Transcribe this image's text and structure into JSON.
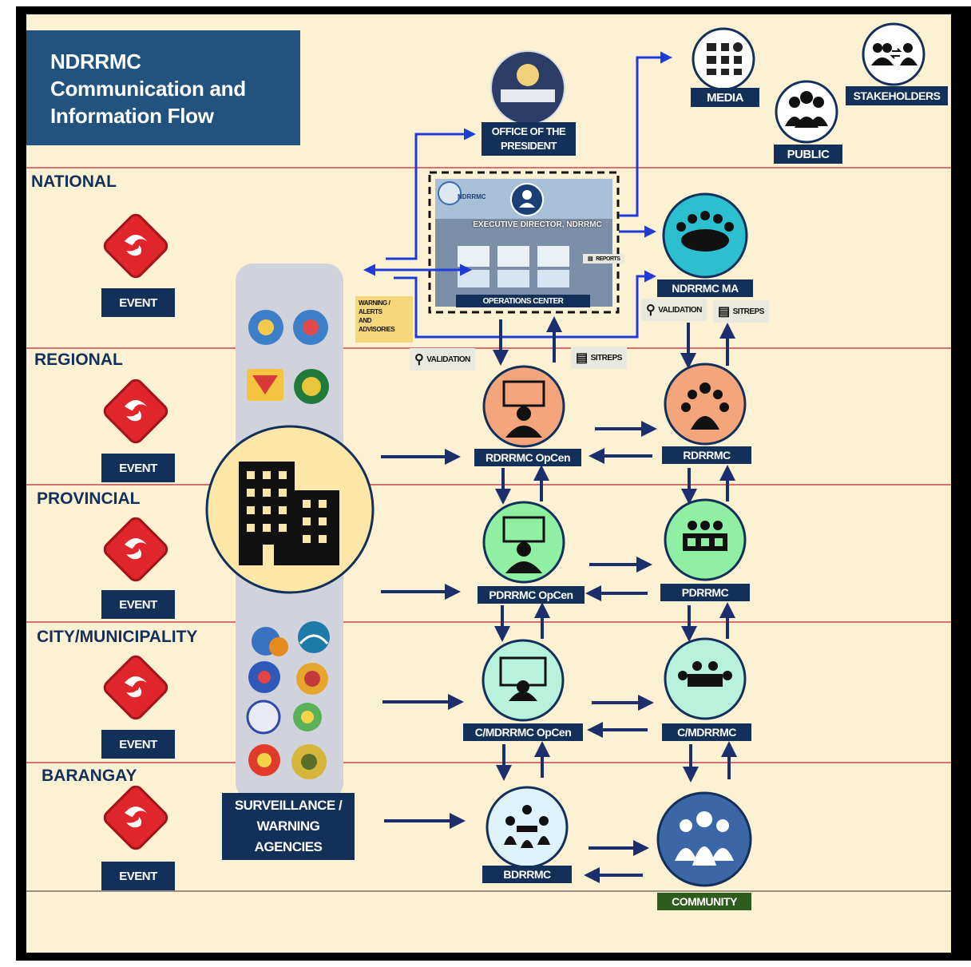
{
  "title": {
    "line1": "NDRRMC",
    "line2": "Communication and",
    "line3": "Information Flow"
  },
  "levels": [
    {
      "name": "NATIONAL",
      "event_label": "EVENT"
    },
    {
      "name": "REGIONAL",
      "event_label": "EVENT"
    },
    {
      "name": "PROVINCIAL",
      "event_label": "EVENT"
    },
    {
      "name": "CITY/MUNICIPALITY",
      "event_label": "EVENT"
    },
    {
      "name": "BARANGAY",
      "event_label": "EVENT"
    }
  ],
  "national": {
    "office_president": {
      "line1": "OFFICE OF THE",
      "line2": "PRESIDENT"
    },
    "media": "MEDIA",
    "public": "PUBLIC",
    "stakeholders": "STAKEHOLDERS",
    "executive_director": "EXECUTIVE DIRECTOR, NDRRMC",
    "operations_center": "OPERATIONS CENTER",
    "ndrrmc_logo_text": "NDRRMC",
    "reports_tag": "REPORTS",
    "ndrrmc_ma": "NDRRMC MA",
    "warning_box": {
      "line1": "WARNING /",
      "line2": "ALERTS",
      "line3": "AND",
      "line4": "ADVISORIES"
    }
  },
  "tags": {
    "validation": "VALIDATION",
    "sitreps": "SITREPS"
  },
  "nodes": {
    "rdrrmc_opcen": "RDRRMC OpCen",
    "rdrrmc": "RDRRMC",
    "pdrrmc_opcen": "PDRRMC OpCen",
    "pdrrmc": "PDRRMC",
    "cmdrrmc_opcen": "C/MDRRMC OpCen",
    "cmdrrmc": "C/MDRRMC",
    "bdrrmc": "BDRRMC",
    "community": "COMMUNITY"
  },
  "surveillance": {
    "line1": "SURVEILLANCE /",
    "line2": "WARNING",
    "line3": "AGENCIES"
  },
  "colors": {
    "navy": "#12305a",
    "canvas": "#fdf1d4",
    "level_line": "#d97070",
    "arrow": "#1a2f6b",
    "orange_circle": "#f5a57c",
    "green_circle": "#8ff0a4",
    "teal_circle": "#2bbfcf",
    "mint_circle": "#b8f2dc",
    "community_label": "#2e5b1e"
  }
}
